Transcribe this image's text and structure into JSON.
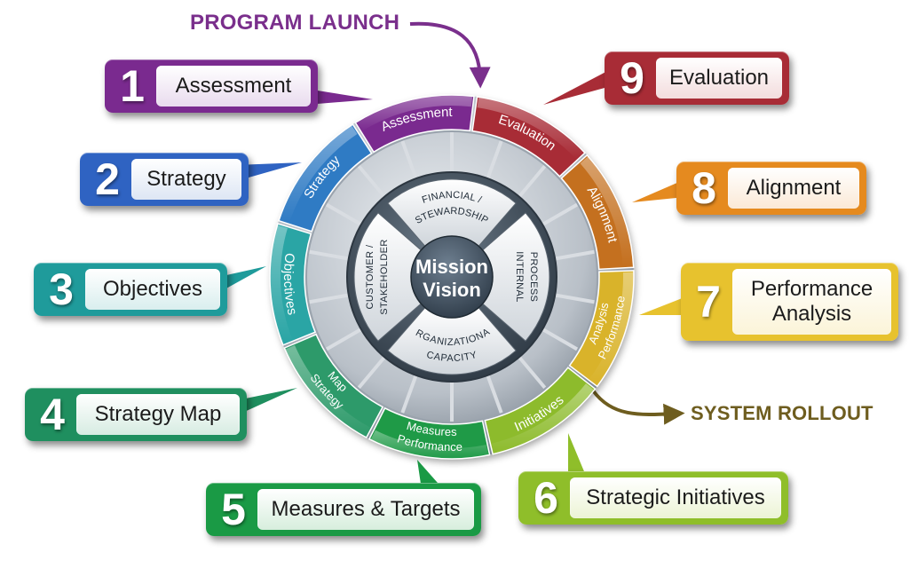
{
  "flow": {
    "launch": "PROGRAM LAUNCH",
    "rollout": "SYSTEM ROLLOUT"
  },
  "center": {
    "line1": "Mission",
    "line2": "Vision",
    "quadrants": [
      {
        "lines": [
          "FINANCIAL /",
          "STEWARDSHIP"
        ]
      },
      {
        "lines": [
          "INTERNAL",
          "PROCESS"
        ]
      },
      {
        "lines": [
          "ORGANIZATIONAL",
          "CAPACITY"
        ]
      },
      {
        "lines": [
          "CUSTOMER /",
          "STAKEHOLDER"
        ]
      }
    ]
  },
  "ring": [
    {
      "lines": [
        "Assessment"
      ],
      "color": "#7a2a8f"
    },
    {
      "lines": [
        "Evaluation"
      ],
      "color": "#a82c36"
    },
    {
      "lines": [
        "Alignment"
      ],
      "color": "#c4701f"
    },
    {
      "lines": [
        "Performance",
        "Analysis"
      ],
      "color": "#d9b32a"
    },
    {
      "lines": [
        "Initiatives"
      ],
      "color": "#8dbb2c"
    },
    {
      "lines": [
        "Performance",
        "Measures"
      ],
      "color": "#1f9a47"
    },
    {
      "lines": [
        "Strategy",
        "Map"
      ],
      "color": "#2d9a6a"
    },
    {
      "lines": [
        "Objectives"
      ],
      "color": "#2aa5a5"
    },
    {
      "lines": [
        "Strategy"
      ],
      "color": "#2f7bc4"
    }
  ],
  "steps": [
    {
      "number": "1",
      "label": "Assessment",
      "color": "#7a2a8f",
      "light": "#e9dbee"
    },
    {
      "number": "2",
      "label": "Strategy",
      "color": "#2f63c2",
      "light": "#dde6f4"
    },
    {
      "number": "3",
      "label": "Objectives",
      "color": "#1f9b9b",
      "light": "#d9eeee"
    },
    {
      "number": "4",
      "label": "Strategy Map",
      "color": "#1f8f5f",
      "light": "#d7ece2"
    },
    {
      "number": "5",
      "label": "Measures & Targets",
      "color": "#1a9a45",
      "light": "#d7eedd"
    },
    {
      "number": "6",
      "label": "Strategic Initiatives",
      "color": "#8fbe2a",
      "light": "#ecf4d5"
    },
    {
      "number": "7",
      "label": "Performance Analysis",
      "color": "#e7c22e",
      "light": "#fbf4d8"
    },
    {
      "number": "8",
      "label": "Alignment",
      "color": "#e58a1f",
      "light": "#fbe9d6"
    },
    {
      "number": "9",
      "label": "Evaluation",
      "color": "#a82c36",
      "light": "#f3dcdd"
    }
  ]
}
